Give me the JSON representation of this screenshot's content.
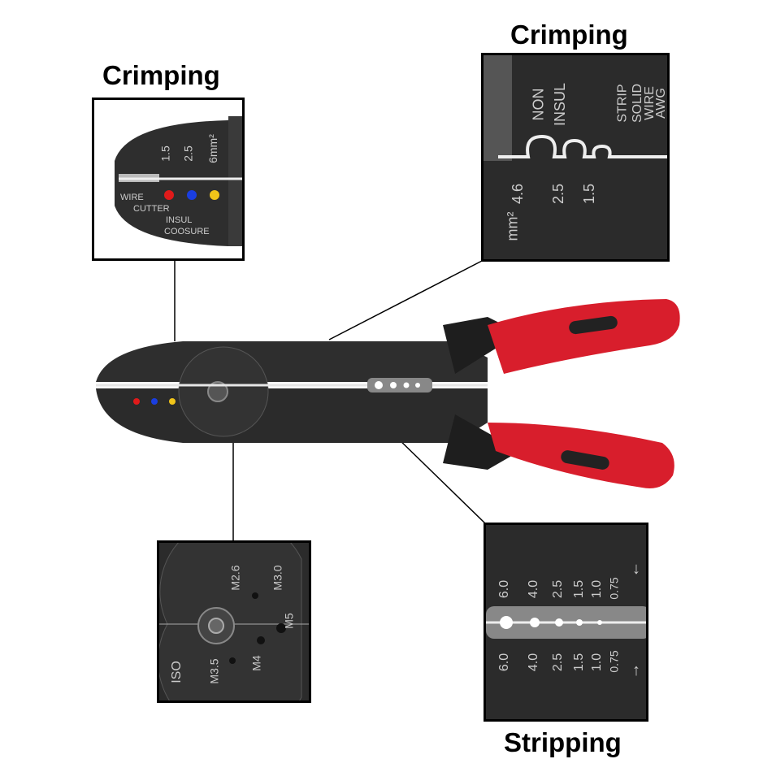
{
  "captions": {
    "crimping_left": "Crimping",
    "crimping_right": "Crimping",
    "stripping": "Stripping"
  },
  "labels": {
    "wire": "WIRE",
    "cutter": "CUTTER",
    "insul": "INSUL",
    "coosure": "COOSURE",
    "mm_1_5": "1.5",
    "mm_2_5": "2.5",
    "mm_6": "6mm²",
    "non": "NON",
    "insul_upper": "INSUL",
    "mm2": "mm²",
    "v46": "4.6",
    "v25": "2.5",
    "v15": "1.5",
    "strip": "STRIP",
    "solid": "SOLID",
    "wire_upper": "WIRE",
    "awg": "AWG",
    "m26": "M2.6",
    "m30": "M3.0",
    "m5": "M5",
    "m4": "M4",
    "m35": "M3.5",
    "iso": "ISO",
    "s60": "6.0",
    "s40": "4.0",
    "s25": "2.5",
    "s15": "1.5",
    "s10": "1.0",
    "s075": "0.75"
  },
  "colors": {
    "tool_body": "#2e2e2e",
    "handle_red": "#d81e2c",
    "handle_black": "#1e1e1e",
    "dot_red": "#e01a1a",
    "dot_blue": "#1a3ee0",
    "dot_yellow": "#f0c419"
  }
}
